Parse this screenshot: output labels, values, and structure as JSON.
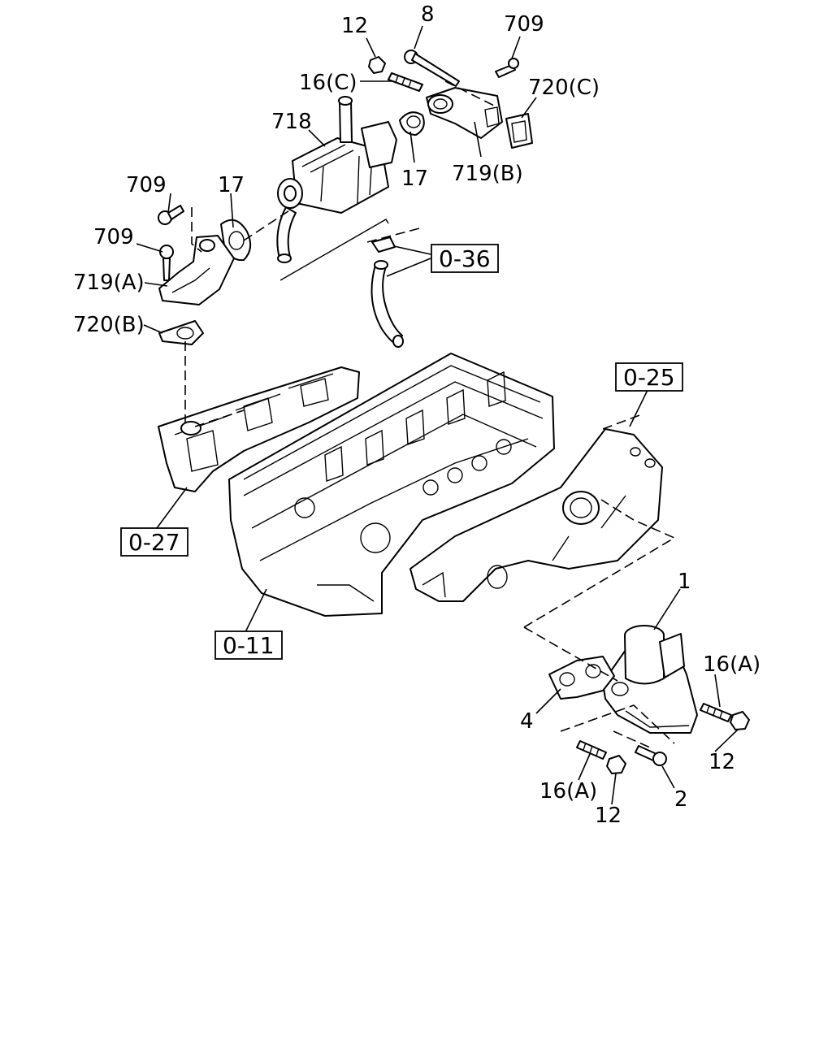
{
  "labels": {
    "l12_top": "12",
    "l8": "8",
    "l709_tr": "709",
    "l16c": "16(C)",
    "l720c": "720(C)",
    "l718": "718",
    "l17_mid": "17",
    "l719b": "719(B)",
    "l709_l1": "709",
    "l17_left": "17",
    "l709_l2": "709",
    "l719a": "719(A)",
    "l720b": "720(B)",
    "l1": "1",
    "l16a_r": "16(A)",
    "l4": "4",
    "l12_r": "12",
    "l16a_b": "16(A)",
    "l12_b": "12",
    "l2": "2"
  },
  "refs": {
    "r036": "0-36",
    "r025": "0-25",
    "r027": "0-27",
    "r011": "0-11"
  }
}
